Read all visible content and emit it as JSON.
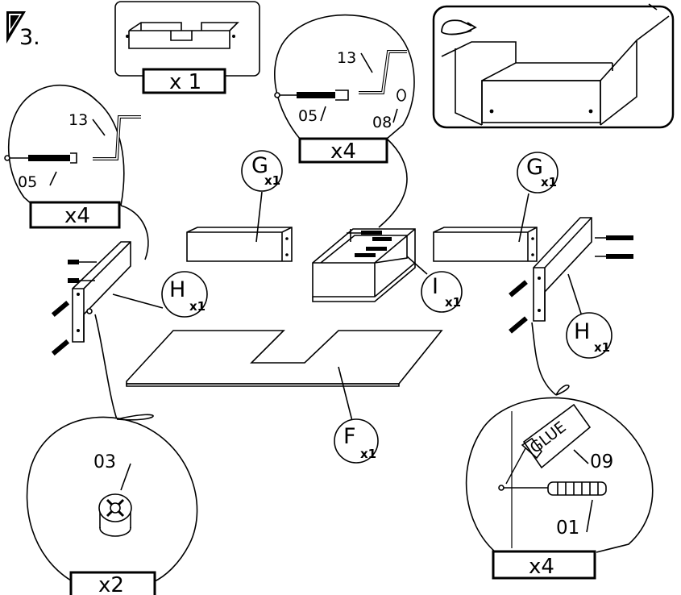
{
  "step": {
    "number": "3."
  },
  "overview": {
    "qty": "x 1"
  },
  "callout_left": {
    "screw_code": "05",
    "key_code": "13",
    "qty": "x4"
  },
  "callout_top": {
    "screw_code": "05",
    "key_code": "13",
    "cap_code": "08",
    "qty": "x4"
  },
  "callout_cam": {
    "code": "03",
    "qty": "x2"
  },
  "callout_glue": {
    "glue_text": "GLUE",
    "glue_code": "09",
    "dowel_code": "01",
    "qty": "x4"
  },
  "parts": {
    "G_left": {
      "letter": "G",
      "count": "x1"
    },
    "G_right": {
      "letter": "G",
      "count": "x1"
    },
    "H_left": {
      "letter": "H",
      "count": "x1"
    },
    "H_right": {
      "letter": "H",
      "count": "x1"
    },
    "I": {
      "letter": "I",
      "count": "x1"
    },
    "F": {
      "letter": "F",
      "count": "x1"
    }
  }
}
